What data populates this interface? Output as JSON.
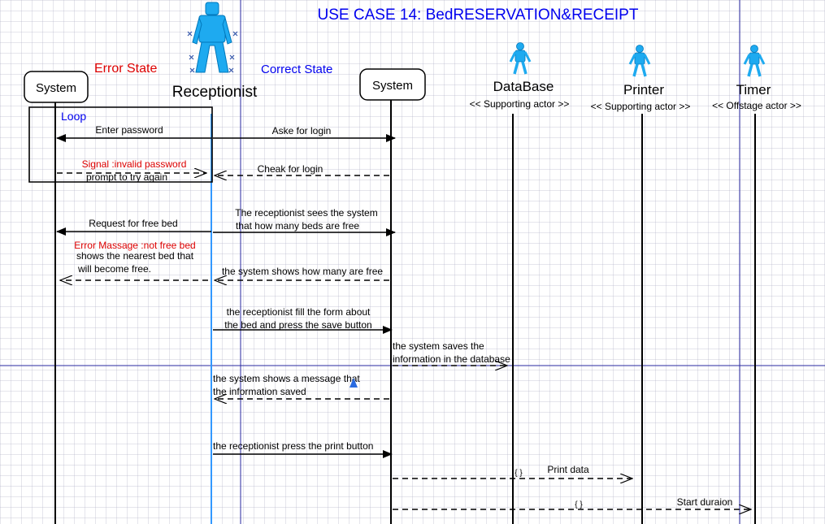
{
  "title": "USE CASE 14: BedRESERVATION&RECEIPT",
  "states": {
    "error": "Error State",
    "correct": "Correct State"
  },
  "loop_label": "Loop",
  "lifelines": {
    "system_left": "System",
    "receptionist": "Receptionist",
    "system_main": "System",
    "database": {
      "name": "DataBase",
      "stereotype": "<< Supporting actor >>"
    },
    "printer": {
      "name": "Printer",
      "stereotype": "<< Supporting actor >>"
    },
    "timer": {
      "name": "Timer",
      "stereotype": "<< Offstage actor >>"
    }
  },
  "messages": {
    "enter_password": "Enter password",
    "aske_login": "Aske for login",
    "signal_invalid": "Signal :invalid password",
    "prompt_try_again": "prompt to try again",
    "cheak_login": "Cheak for login",
    "request_free_bed": "Request for free bed",
    "sees_free_1": "The receptionist sees the system",
    "sees_free_2": "that how many beds are free",
    "error_not_free": "Error Massage :not free bed",
    "nearest_1": "shows the nearest bed that",
    "nearest_2": "will become free.",
    "shows_free": "the system shows how many are free",
    "fill_form_1": "the receptionist fill the form about",
    "fill_form_2": "the bed and press the save button",
    "saves_1": "the system saves the",
    "saves_2": "information in the database",
    "msg_saved_1": "the system shows a message that",
    "msg_saved_2": "the information saved",
    "print_button": "the receptionist press the print button",
    "print_data": "Print data",
    "start_duration": "Start duraion",
    "brace_1": "{ }",
    "brace_2": "{ }"
  },
  "colors": {
    "title": "#0000ee",
    "error": "#dd0000",
    "actor": "#1eaaf0",
    "lines": "#000000",
    "guide": "#2a2aa0",
    "receptionist_line": "#3399ff"
  }
}
